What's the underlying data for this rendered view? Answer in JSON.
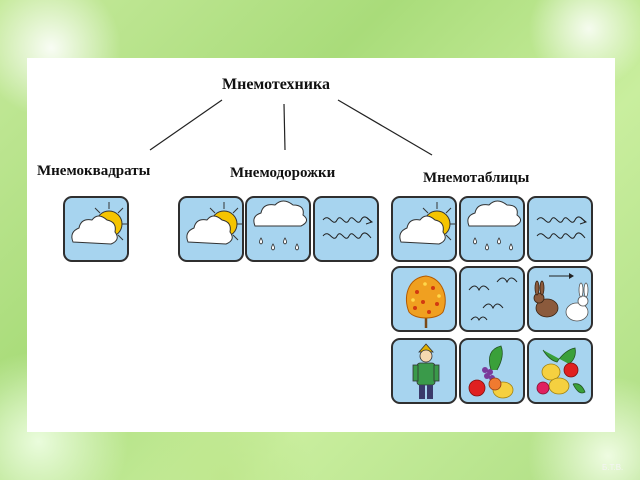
{
  "diagram": {
    "root": "Мнемотехника",
    "branches": [
      {
        "label": "Мнемоквадраты"
      },
      {
        "label": "Мнемодорожки"
      },
      {
        "label": "Мнемотаблицы"
      }
    ]
  },
  "colors": {
    "tile_bg": "#a7d4ef",
    "tile_border": "#2f2f2f",
    "sun": "#f5c400",
    "cloud": "#ffffff"
  },
  "watermark": "Б.Т.В."
}
